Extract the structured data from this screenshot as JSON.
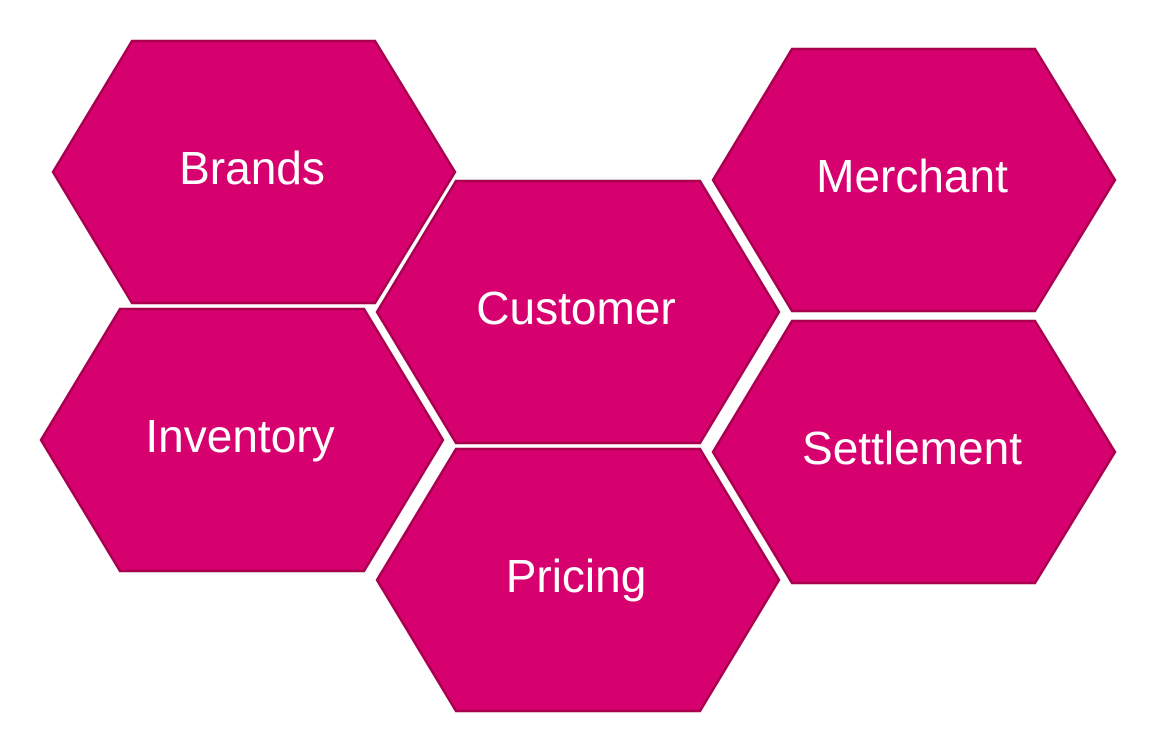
{
  "colors": {
    "fill": "#d6006f",
    "stroke": "#a8004f",
    "text": "#ffffff",
    "background": "#ffffff"
  },
  "hexagons": [
    {
      "id": "brands",
      "label": "Brands"
    },
    {
      "id": "merchant",
      "label": "Merchant"
    },
    {
      "id": "customer",
      "label": "Customer"
    },
    {
      "id": "inventory",
      "label": "Inventory"
    },
    {
      "id": "settlement",
      "label": "Settlement"
    },
    {
      "id": "pricing",
      "label": "Pricing"
    }
  ]
}
